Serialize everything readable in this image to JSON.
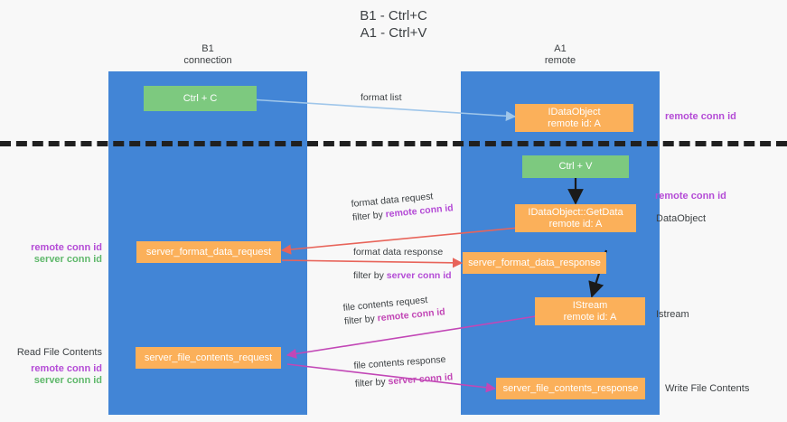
{
  "title": "B1 - Ctrl+C\nA1 - Ctrl+V",
  "columns": [
    {
      "name": "b1",
      "header": "B1\nconnection"
    },
    {
      "name": "a1",
      "header": "A1\nremote"
    }
  ],
  "nodes": {
    "ctrl_c": {
      "label": "Ctrl + C"
    },
    "ctrl_v": {
      "label": "Ctrl + V"
    },
    "idataobject": {
      "label": "IDataObject\nremote id: A"
    },
    "getdata": {
      "label": "IDataObject::GetData\nremote id: A"
    },
    "istream": {
      "label": "IStream\nremote id: A"
    },
    "server_format_data_request": {
      "label": "server_format_data_request"
    },
    "server_format_data_response": {
      "label": "server_format_data_response"
    },
    "server_file_contents_request": {
      "label": "server_file_contents_request"
    },
    "server_file_contents_response": {
      "label": "server_file_contents_response"
    }
  },
  "edges": {
    "format_list": {
      "label": "format list"
    },
    "format_data_request": {
      "label": "format data request",
      "filter_prefix": "filter by ",
      "filter_key": "remote conn id"
    },
    "format_data_response": {
      "label": "format data response",
      "filter_prefix": "filter by ",
      "filter_key": "server conn id"
    },
    "file_contents_request": {
      "label": "file contents request",
      "filter_prefix": "filter by ",
      "filter_key": "remote conn id"
    },
    "file_contents_response": {
      "label": "file contents response",
      "filter_prefix": "filter by ",
      "filter_key": "server conn id"
    }
  },
  "side_labels": {
    "right_remote_conn_id_top": "remote conn id",
    "right_remote_conn_id_mid": "remote conn id",
    "right_dataobject": "DataObject",
    "right_istream": "Istream",
    "right_write_file_contents": "Write File Contents",
    "left_remote_conn_id": "remote conn id",
    "left_server_conn_id": "server conn id",
    "left_read_file_contents": "Read File Contents",
    "left_remote_conn_id_2": "remote conn id",
    "left_server_conn_id_2": "server conn id"
  },
  "colors": {
    "lane": "#4285d6",
    "node_green": "#7dc97f",
    "node_orange": "#fbb05a",
    "purple": "#b44bd6",
    "green": "#5fb86b",
    "arrow_blue": "#9fc6ea",
    "arrow_red": "#e8645a",
    "arrow_magenta": "#c247b6",
    "arrow_black": "#1a1a1a",
    "separator": "#202020",
    "background": "#f8f8f8"
  }
}
